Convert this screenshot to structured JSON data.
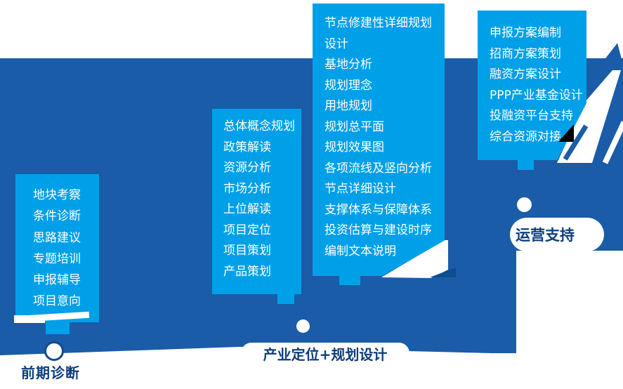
{
  "colors": {
    "callout_cyan": "#00a0e9",
    "ribbon_blue": "#1a5ca8",
    "wedge_navy": "#0d4d90",
    "label_navy": "#0d3e7e",
    "accent_black": "#000000",
    "white": "#ffffff"
  },
  "callouts": [
    {
      "name": "phase-1-services",
      "items": [
        "地块考察",
        "条件诊断",
        "思路建议",
        "专题培训",
        "申报辅导",
        "项目意向"
      ]
    },
    {
      "name": "phase-2-services",
      "items": [
        "总体概念规划",
        "政策解读",
        "资源分析",
        "市场分析",
        "上位解读",
        "项目定位",
        "项目策划",
        "产品策划"
      ]
    },
    {
      "name": "phase-3-services",
      "items": [
        "节点修建性详细规划设计",
        "基地分析",
        "规划理念",
        "用地规划",
        "规划总平面",
        "规划效果图",
        "各项流线及竖向分析",
        "节点详细设计",
        "支撑体系与保障体系",
        "投资估算与建设时序",
        "编制文本说明"
      ]
    },
    {
      "name": "phase-4-services",
      "items": [
        "申报方案编制",
        "招商方案策划",
        "融资方案设计",
        "PPP产业基金设计",
        "投融资平台支持",
        "综合资源对接"
      ]
    }
  ],
  "milestones": [
    {
      "label": "前期诊断"
    },
    {
      "label": "产业定位+规划设计"
    },
    {
      "label": "运营支持"
    }
  ]
}
